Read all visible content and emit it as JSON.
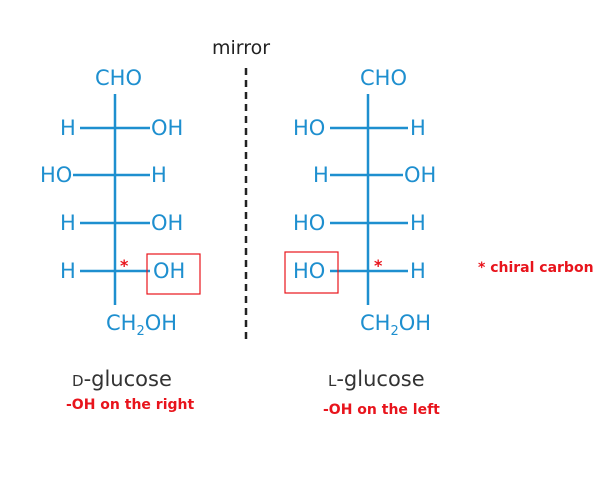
{
  "mirror": {
    "label": "mirror"
  },
  "colors": {
    "structure": "#1e8fcf",
    "annotation": "#e8141c",
    "text": "#333333"
  },
  "d_glucose": {
    "top": "CHO",
    "rows": [
      {
        "left": "H",
        "right": "OH"
      },
      {
        "left": "HO",
        "right": "H"
      },
      {
        "left": "H",
        "right": "OH"
      },
      {
        "left": "H",
        "right": "OH"
      }
    ],
    "bottom_main": "CH",
    "bottom_sub": "2",
    "bottom_end": "OH",
    "name_prefix": "D",
    "name_suffix": "-glucose",
    "note": "-OH on the right"
  },
  "l_glucose": {
    "top": "CHO",
    "rows": [
      {
        "left": "HO",
        "right": "H"
      },
      {
        "left": "H",
        "right": "OH"
      },
      {
        "left": "HO",
        "right": "H"
      },
      {
        "left": "HO",
        "right": "H"
      }
    ],
    "bottom_main": "CH",
    "bottom_sub": "2",
    "bottom_end": "OH",
    "name_prefix": "L",
    "name_suffix": "-glucose",
    "note": "-OH on the left"
  },
  "legend": {
    "star": "*",
    "chiral_note": "* chiral carbon"
  }
}
